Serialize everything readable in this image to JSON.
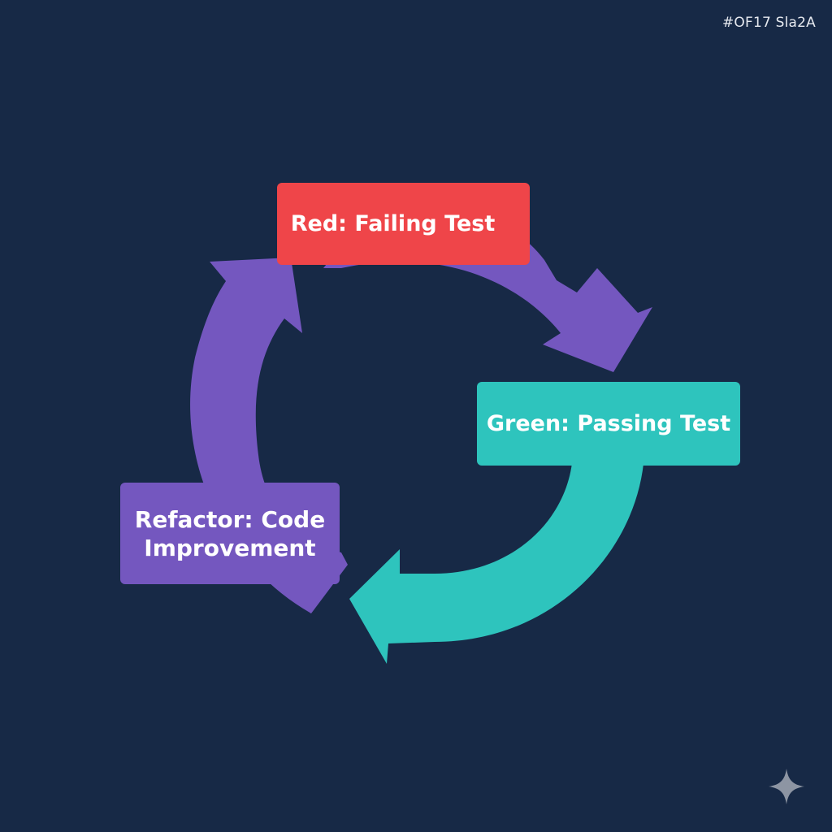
{
  "corner_label": "#OF17 Sla2A",
  "colors": {
    "background": "#172946",
    "red": "#ef4549",
    "green": "#2ec4bd",
    "purple": "#7457bf",
    "sparkle": "#8d95a3"
  },
  "icons": {
    "corner_mark": "sparkle-icon"
  },
  "cycle": {
    "red_stage": {
      "label": "Red: Failing Test"
    },
    "green_stage": {
      "label": "Green: Passing Test"
    },
    "refactor_stage": {
      "label": "Refactor: Code Improvement"
    }
  }
}
